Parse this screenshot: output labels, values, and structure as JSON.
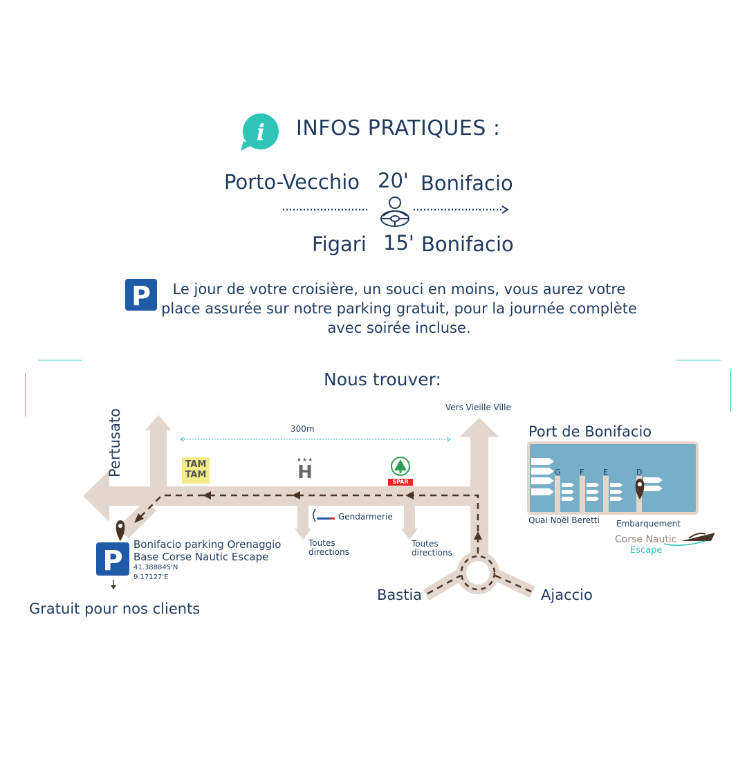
{
  "header": {
    "title": "INFOS PRATIQUES :",
    "info_icon": "info-bubble-icon",
    "accent": "#2ec4b6"
  },
  "routes": [
    {
      "from": "Porto-Vecchio",
      "time": "20'",
      "to": "Bonifacio"
    },
    {
      "from": "Figari",
      "time": "15'",
      "to": "Bonifacio"
    }
  ],
  "driver_icon": "driver-steering-wheel-icon",
  "parking": {
    "icon": "parking-icon",
    "text": "Le jour de votre croisière, un souci en moins, vous aurez votre place assurée sur notre parking gratuit, pour la journée complète avec soirée incluse.",
    "color": "#1f5aa6"
  },
  "map": {
    "heading": "Nous trouver:",
    "road_color": "#e3d6cc",
    "path_color": "#4a3426",
    "labels": {
      "pertusato": "Pertusato",
      "distance": "300m",
      "vieille_ville": "Vers Vieille Ville",
      "port": "Port de Bonifacio",
      "gendarmerie": "Gendarmerie",
      "toutes_directions": "Toutes directions",
      "bastia": "Bastia",
      "ajaccio": "Ajaccio",
      "quai": "Quai Noël Beretti",
      "embarquement": "Embarquement",
      "brand_line1": "Corse Nautic",
      "brand_line2": "Escape"
    },
    "landmarks": {
      "tamtam_line1": "TAM",
      "tamtam_line2": "TAM",
      "hotel": "H",
      "hotel_stars": "★★★",
      "spar": "SPAR"
    },
    "piers": [
      "G",
      "F",
      "E",
      "D"
    ],
    "parking_location": {
      "name": "Bonifacio parking Orenaggio",
      "base": "Base Corse Nautic Escape",
      "lat": "41.388845'N",
      "lon": "9.17127'E"
    },
    "free_note": "Gratuit pour nos clients"
  }
}
